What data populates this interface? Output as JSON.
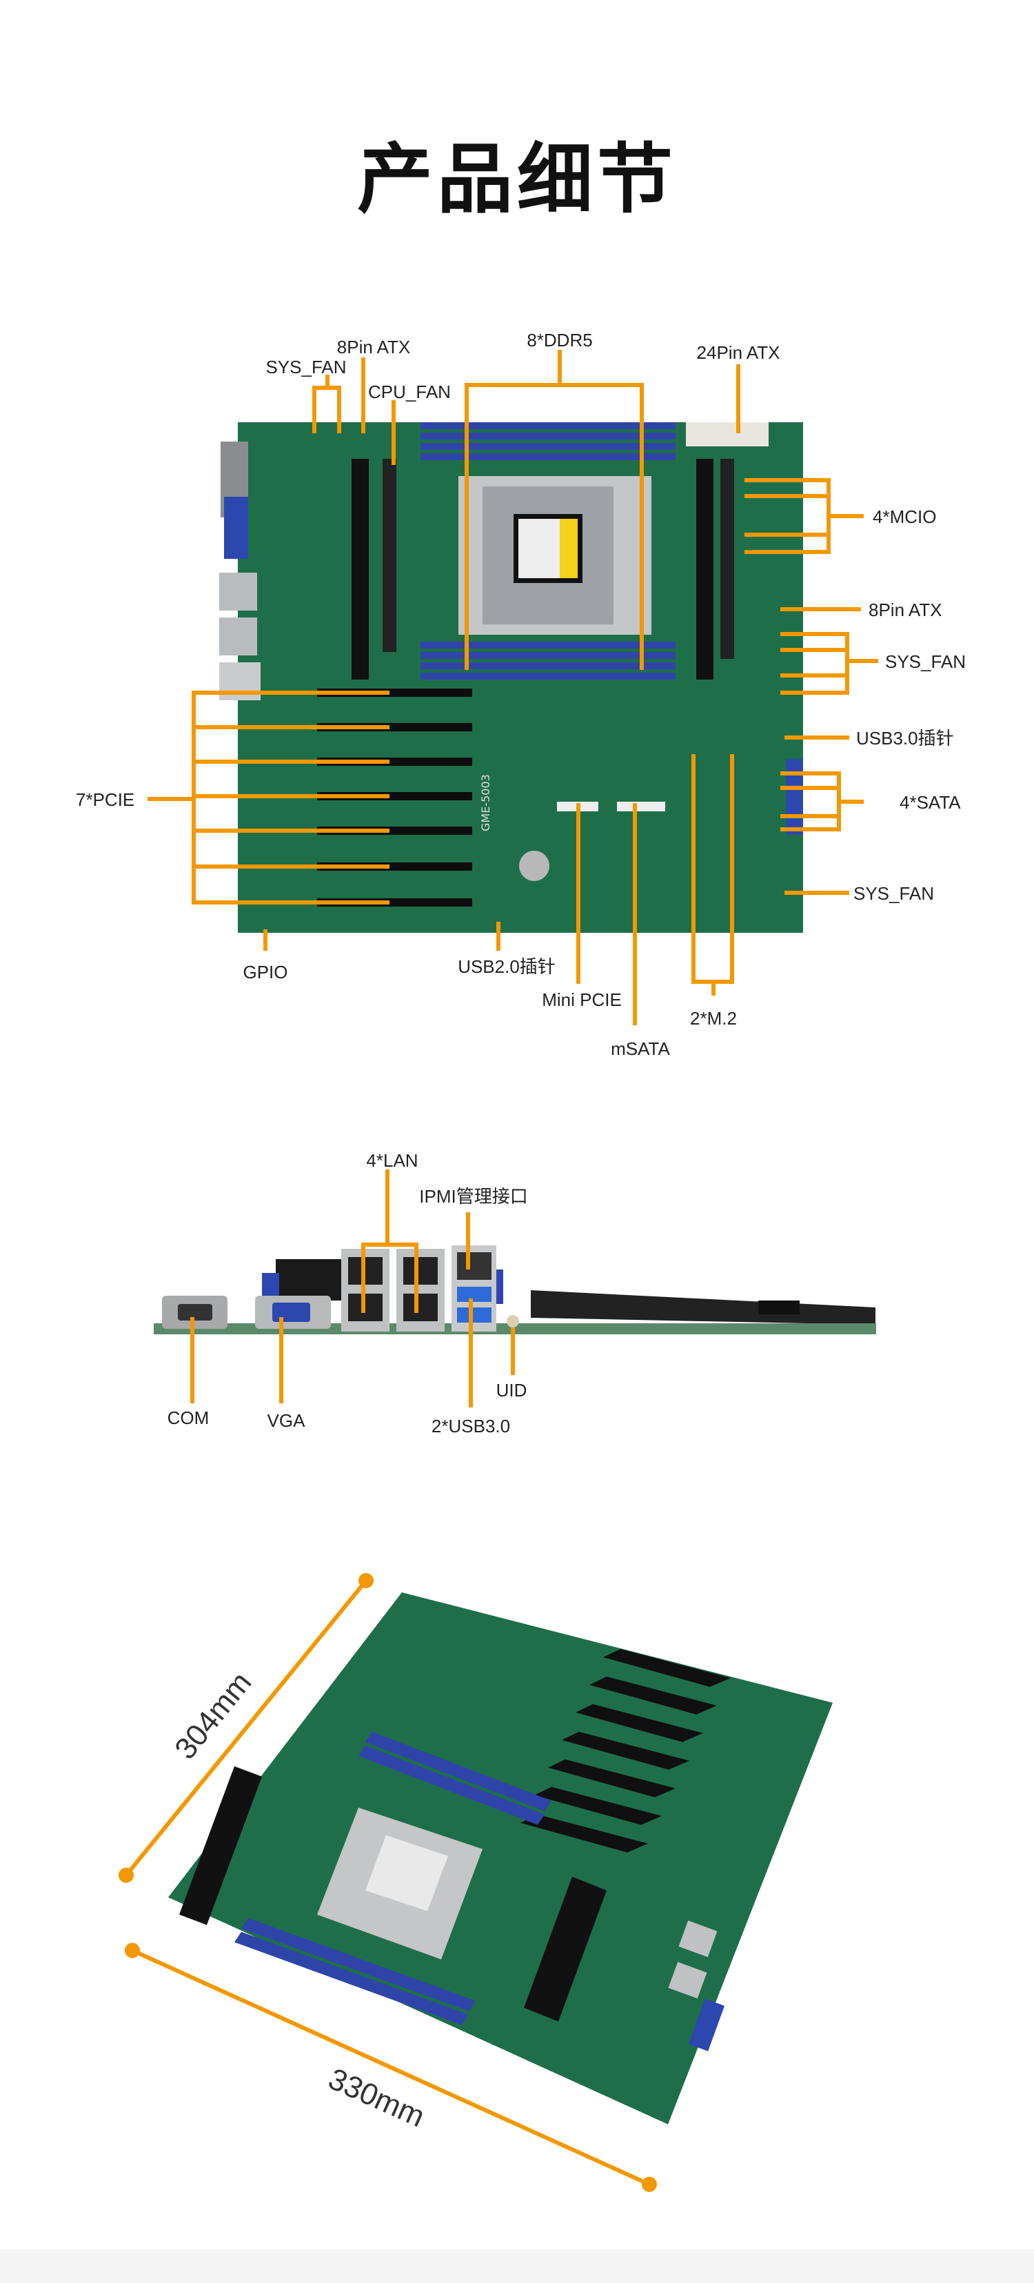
{
  "title": "产品细节",
  "colors": {
    "accent": "#F39800",
    "pcb": "#1f6e4a",
    "dimm": "#2f44a8"
  },
  "top_view": {
    "labels": {
      "pin8_atx_top": "8Pin ATX",
      "sys_fan_top": "SYS_FAN",
      "cpu_fan": "CPU_FAN",
      "ddr5": "8*DDR5",
      "pin24_atx": "24Pin ATX",
      "mcio": "4*MCIO",
      "pin8_atx_right": "8Pin ATX",
      "sys_fan_right": "SYS_FAN",
      "usb30_header": "USB3.0插针",
      "pcie": "7*PCIE",
      "sata": "4*SATA",
      "sys_fan_bottom": "SYS_FAN",
      "gpio": "GPIO",
      "usb20_header": "USB2.0插针",
      "mini_pcie": "Mini PCIE",
      "m2": "2*M.2",
      "msata": "mSATA"
    },
    "board_silkscreen": "GME-5003"
  },
  "io_view": {
    "labels": {
      "lan": "4*LAN",
      "ipmi": "IPMI管理接口",
      "com": "COM",
      "vga": "VGA",
      "uid": "UID",
      "usb30": "2*USB3.0"
    }
  },
  "dimension_view": {
    "width_label": "304mm",
    "length_label": "330mm"
  }
}
